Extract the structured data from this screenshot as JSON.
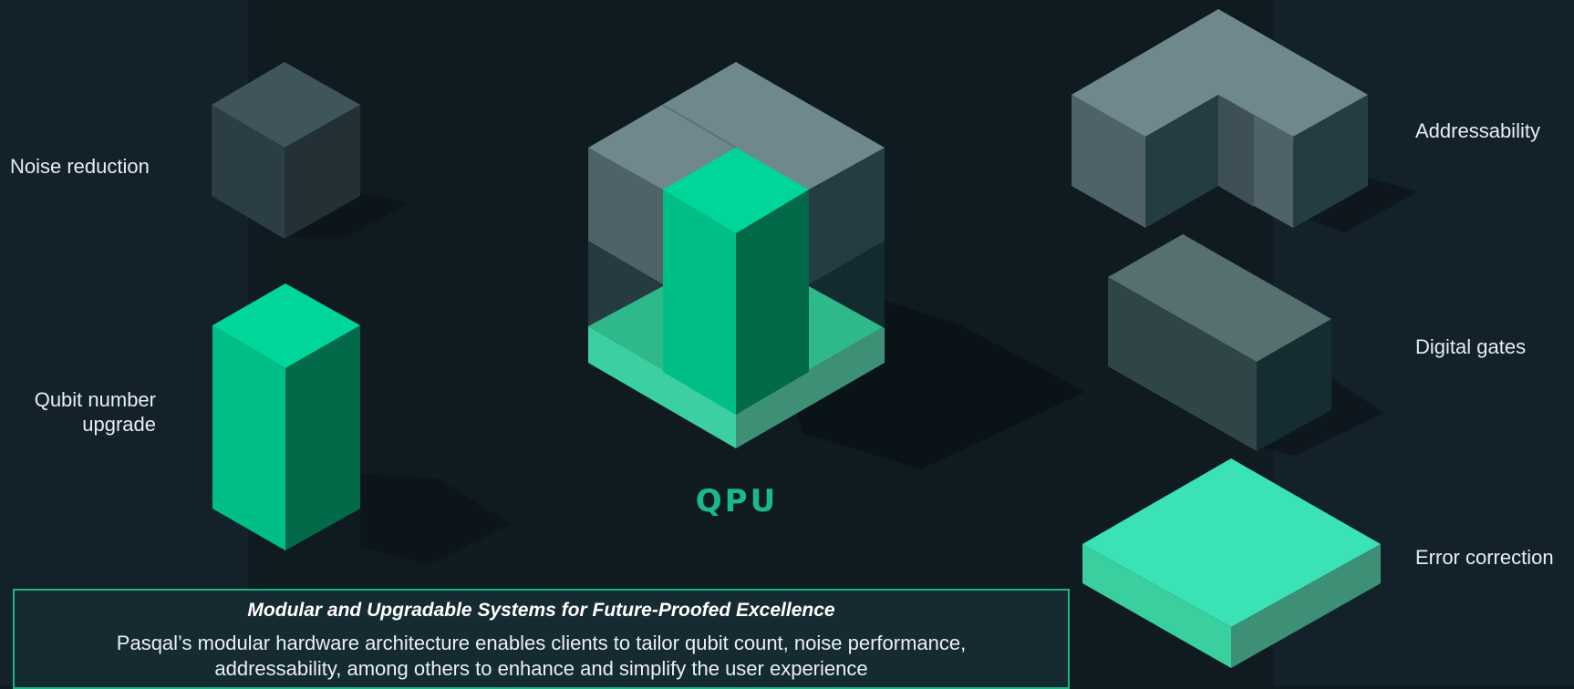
{
  "labels": {
    "noise_reduction": "Noise reduction",
    "qubit_upgrade_line1": "Qubit number",
    "qubit_upgrade_line2": "upgrade",
    "addressability": "Addressability",
    "digital_gates": "Digital gates",
    "error_correction": "Error correction",
    "qpu": "QPU"
  },
  "caption": {
    "title": "Modular and Upgradable Systems for Future-Proofed Excellence",
    "body_line1": "Pasqal’s modular hardware architecture enables clients to tailor qubit count, noise performance,",
    "body_line2": "addressability, among others to enhance and simplify the user experience"
  },
  "colors": {
    "background": "#0f1b20",
    "green_accent": "#19b57f",
    "gray_block": "#6b8588",
    "mint_block": "#3ddfb3"
  }
}
